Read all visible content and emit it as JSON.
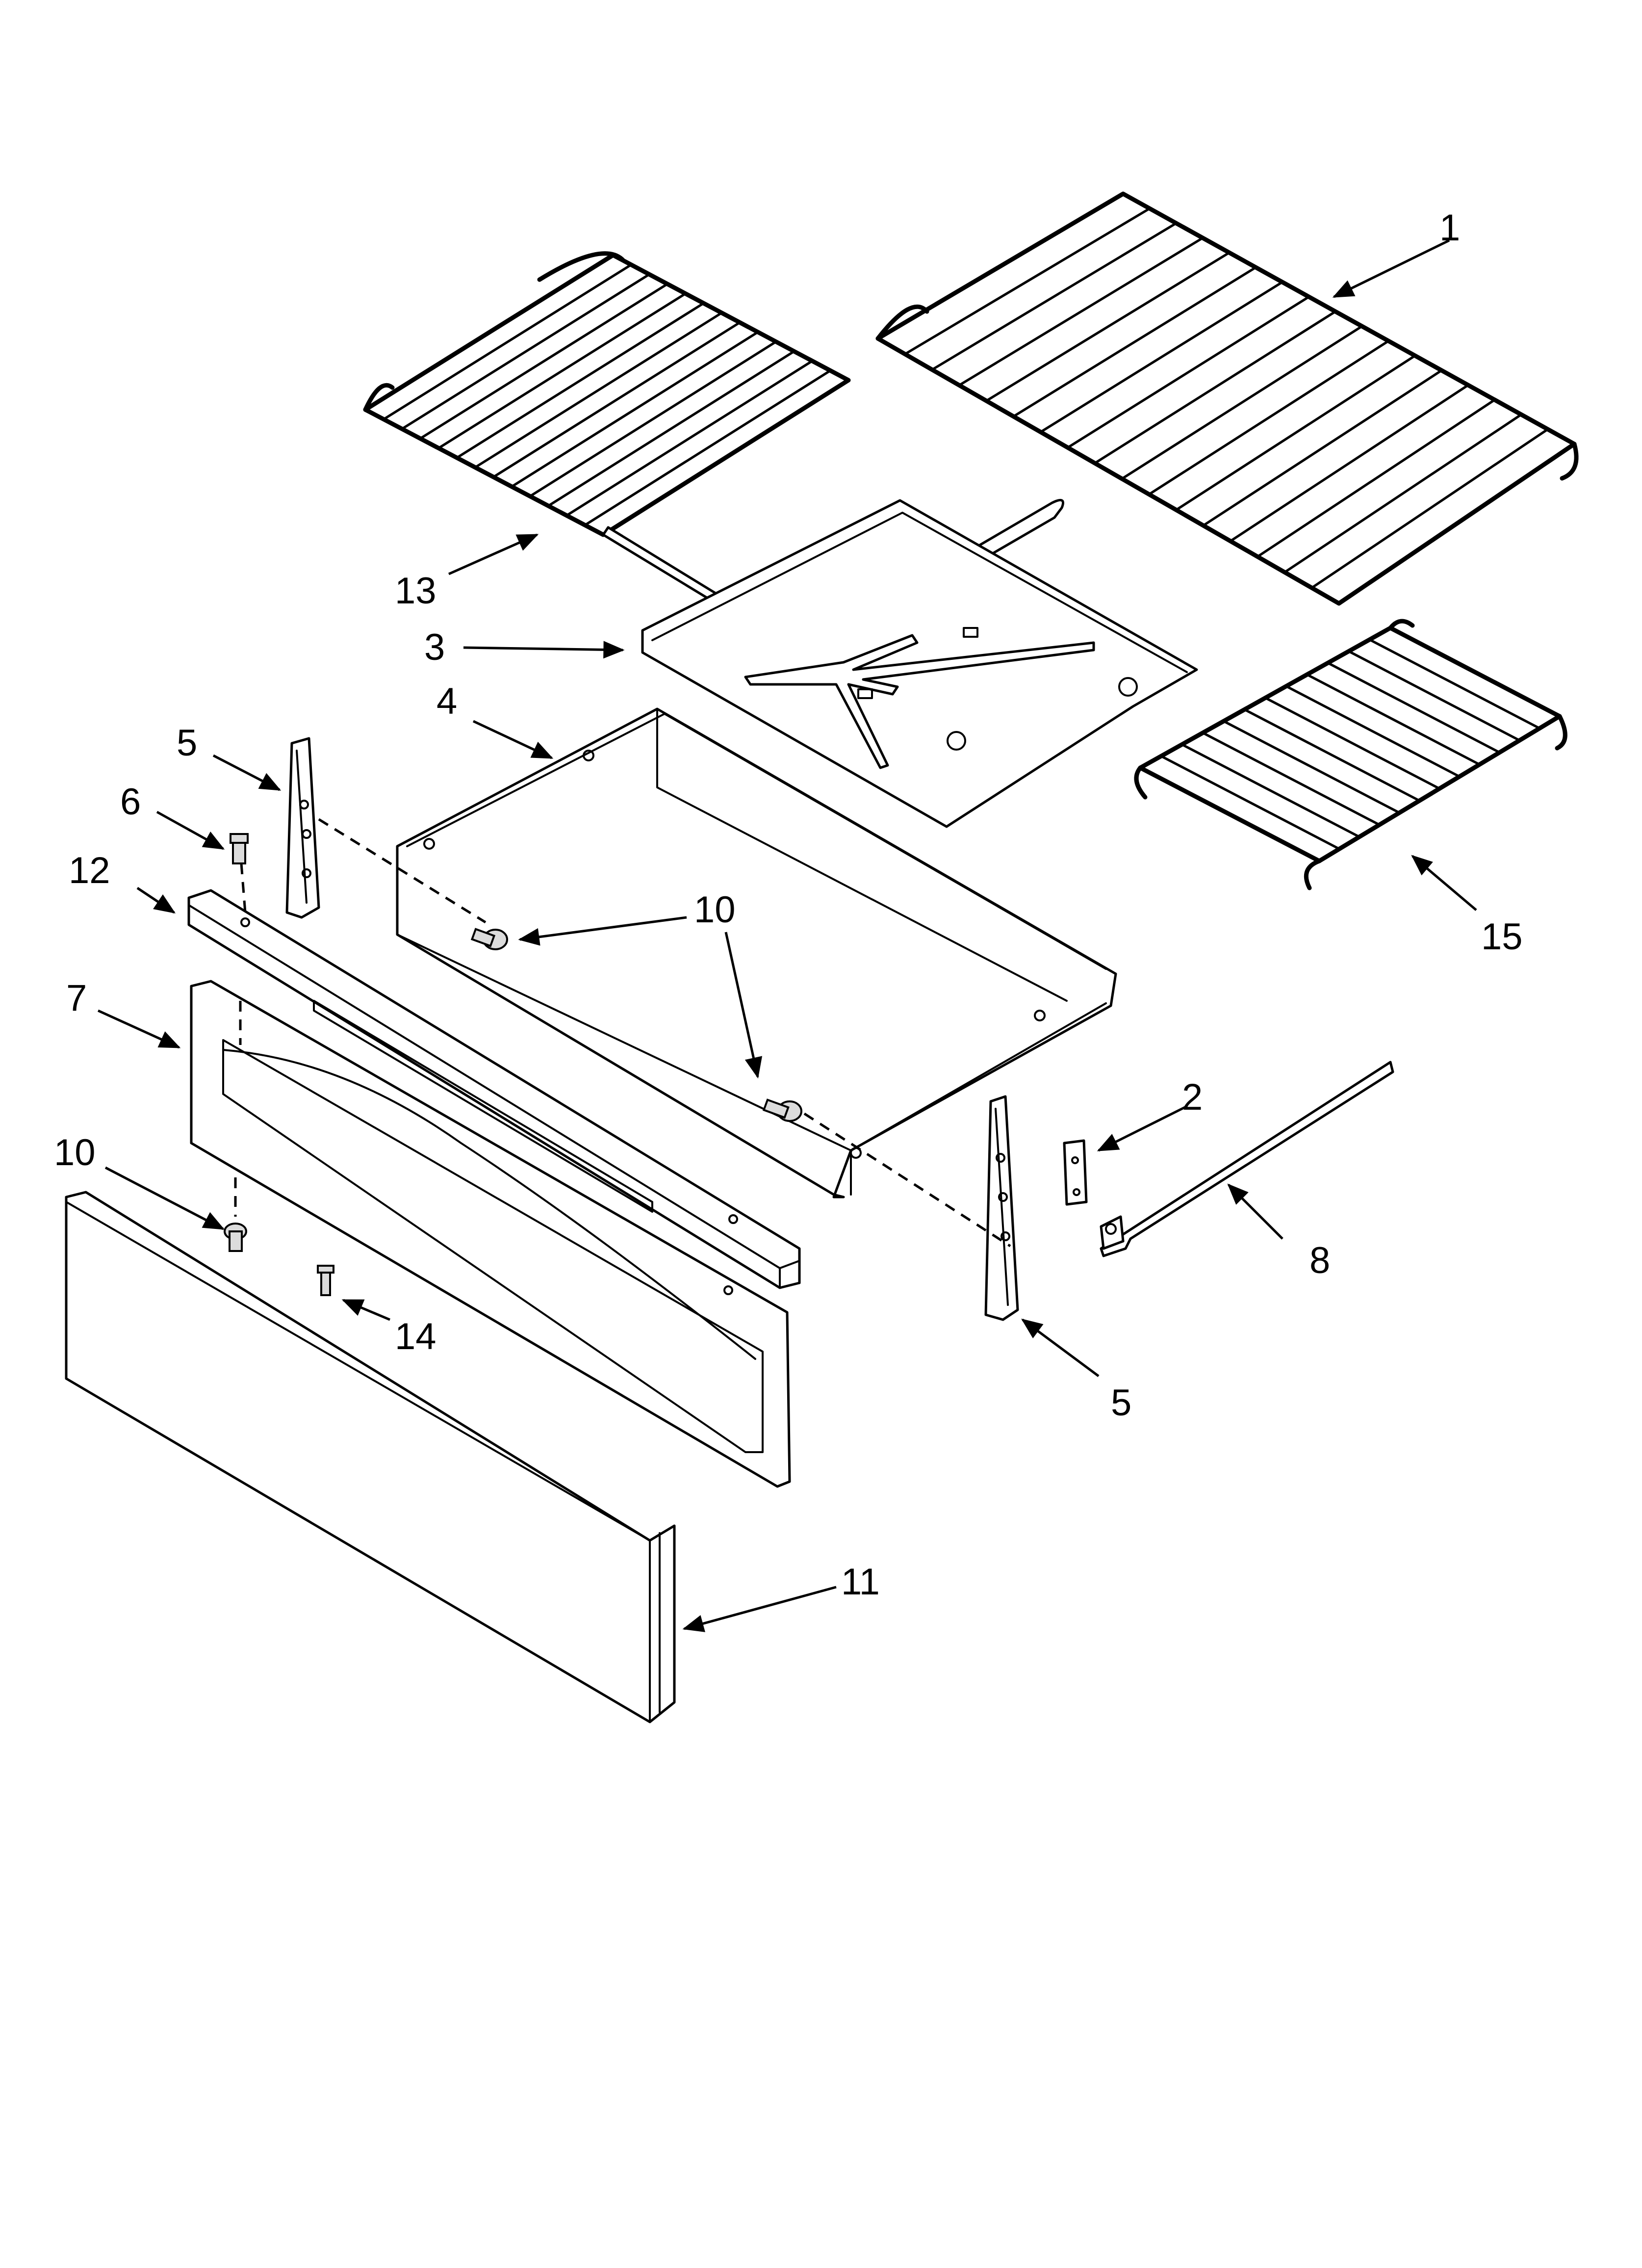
{
  "callouts": {
    "c1": "1",
    "c2": "2",
    "c3": "3",
    "c4": "4",
    "c5a": "5",
    "c5b": "5",
    "c6": "6",
    "c7": "7",
    "c8": "8",
    "c10a": "10",
    "c10b": "10",
    "c11": "11",
    "c12": "12",
    "c13": "13",
    "c14": "14",
    "c15": "15"
  }
}
